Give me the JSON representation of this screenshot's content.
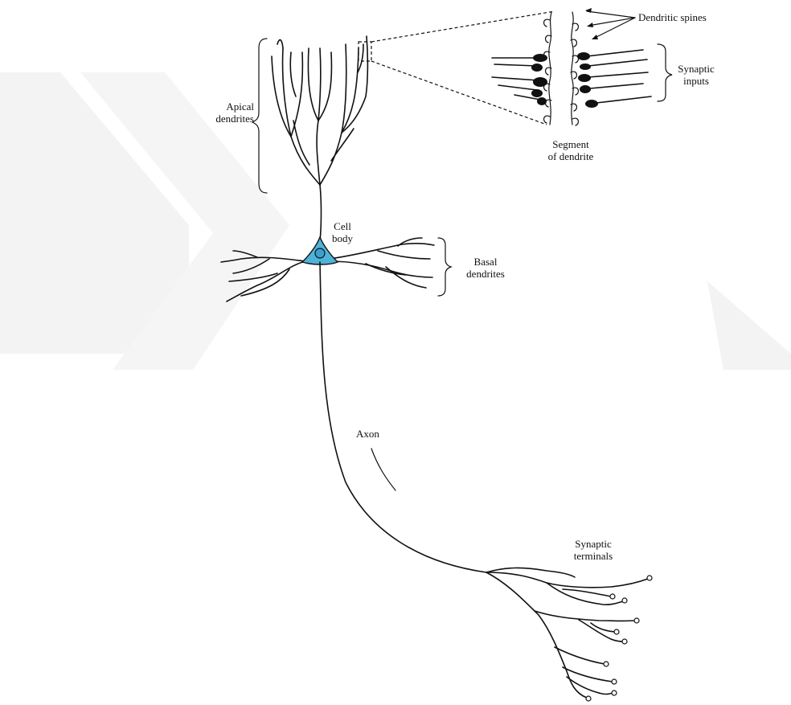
{
  "labels": {
    "apical_line1": "Apical",
    "apical_line2": "dendrites",
    "dendritic_spines": "Dendritic spines",
    "synaptic_inputs_line1": "Synaptic",
    "synaptic_inputs_line2": "inputs",
    "segment_line1": "Segment",
    "segment_line2": "of dendrite",
    "cell_line1": "Cell",
    "cell_line2": "body",
    "basal_line1": "Basal",
    "basal_line2": "dendrites",
    "axon": "Axon",
    "terminals_line1": "Synaptic",
    "terminals_line2": "terminals"
  },
  "colors": {
    "cell_body_fill": "#4fb3d9",
    "nucleus_fill": "#3aa0cc",
    "watermark": "#f2f2f2",
    "ink": "#111111"
  }
}
